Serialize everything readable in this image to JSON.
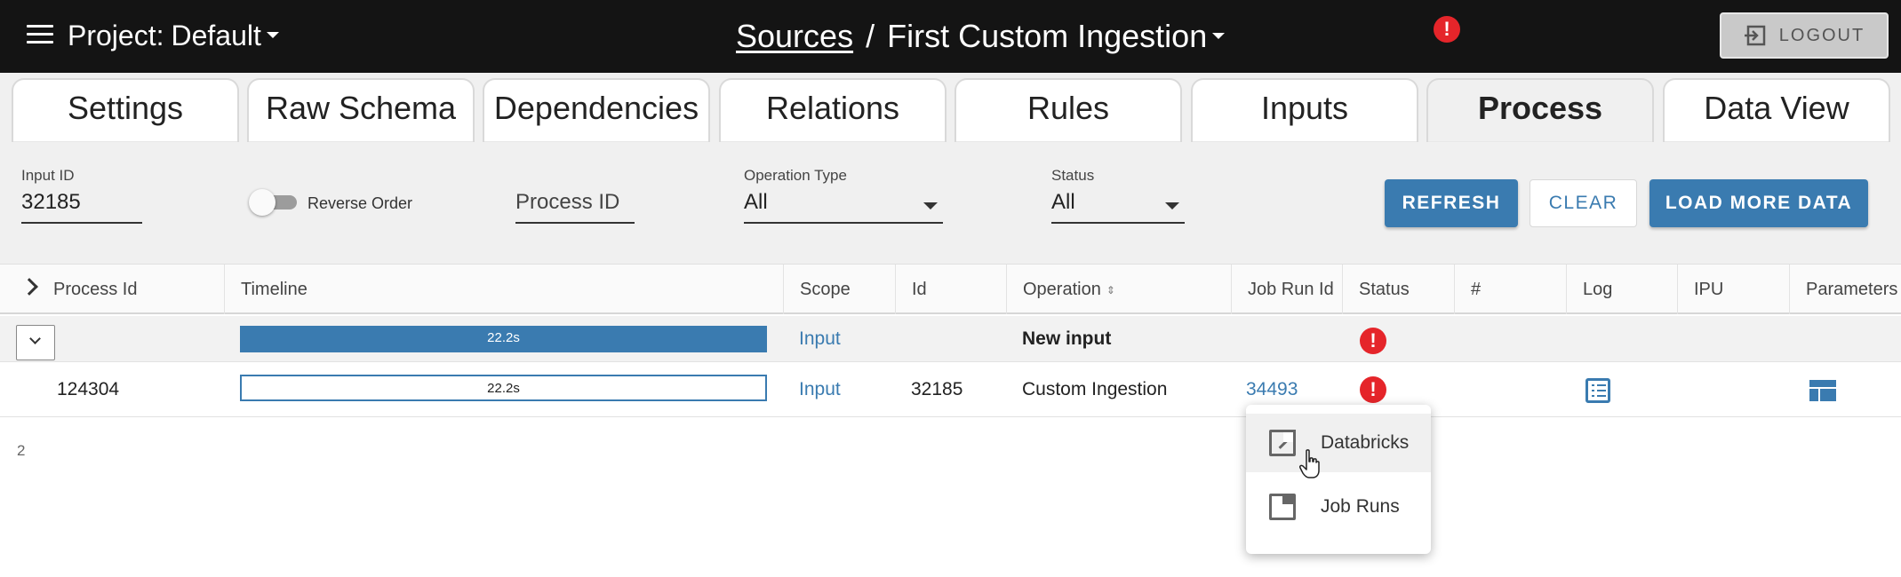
{
  "header": {
    "project_label": "Project:",
    "project_value": "Default",
    "breadcrumb_link": "Sources",
    "breadcrumb_separator": "/",
    "breadcrumb_current": "First Custom Ingestion",
    "alert_glyph": "!",
    "logout_label": "LOGOUT"
  },
  "tabs": [
    {
      "label": "Settings",
      "active": false
    },
    {
      "label": "Raw Schema",
      "active": false
    },
    {
      "label": "Dependencies",
      "active": false
    },
    {
      "label": "Relations",
      "active": false
    },
    {
      "label": "Rules",
      "active": false
    },
    {
      "label": "Inputs",
      "active": false
    },
    {
      "label": "Process",
      "active": true
    },
    {
      "label": "Data View",
      "active": false
    }
  ],
  "filters": {
    "input_id_label": "Input ID",
    "input_id_value": "32185",
    "reverse_order_label": "Reverse Order",
    "process_id_placeholder": "Process ID",
    "operation_type_label": "Operation Type",
    "operation_type_value": "All",
    "status_label": "Status",
    "status_value": "All",
    "refresh_label": "REFRESH",
    "clear_label": "CLEAR",
    "load_more_label": "LOAD MORE DATA"
  },
  "table": {
    "columns": [
      "Process Id",
      "Timeline",
      "Scope",
      "Id",
      "Operation",
      "Job Run Id",
      "Status",
      "#",
      "Log",
      "IPU",
      "Parameters"
    ],
    "group_row": {
      "timeline": "22.2s",
      "scope": "Input",
      "operation": "New input",
      "status_glyph": "!"
    },
    "detail_row": {
      "process_id": "124304",
      "timeline": "22.2s",
      "scope": "Input",
      "id": "32185",
      "operation": "Custom Ingestion",
      "job_run_id": "34493",
      "status_glyph": "!"
    },
    "row_count": "2"
  },
  "job_run_menu": {
    "items": [
      {
        "label": "Databricks",
        "icon": "open-in-new-icon"
      },
      {
        "label": "Job Runs",
        "icon": "window-icon"
      }
    ]
  },
  "colors": {
    "accent": "#3a7bb0",
    "error": "#e5252a",
    "topbar": "#141414"
  }
}
